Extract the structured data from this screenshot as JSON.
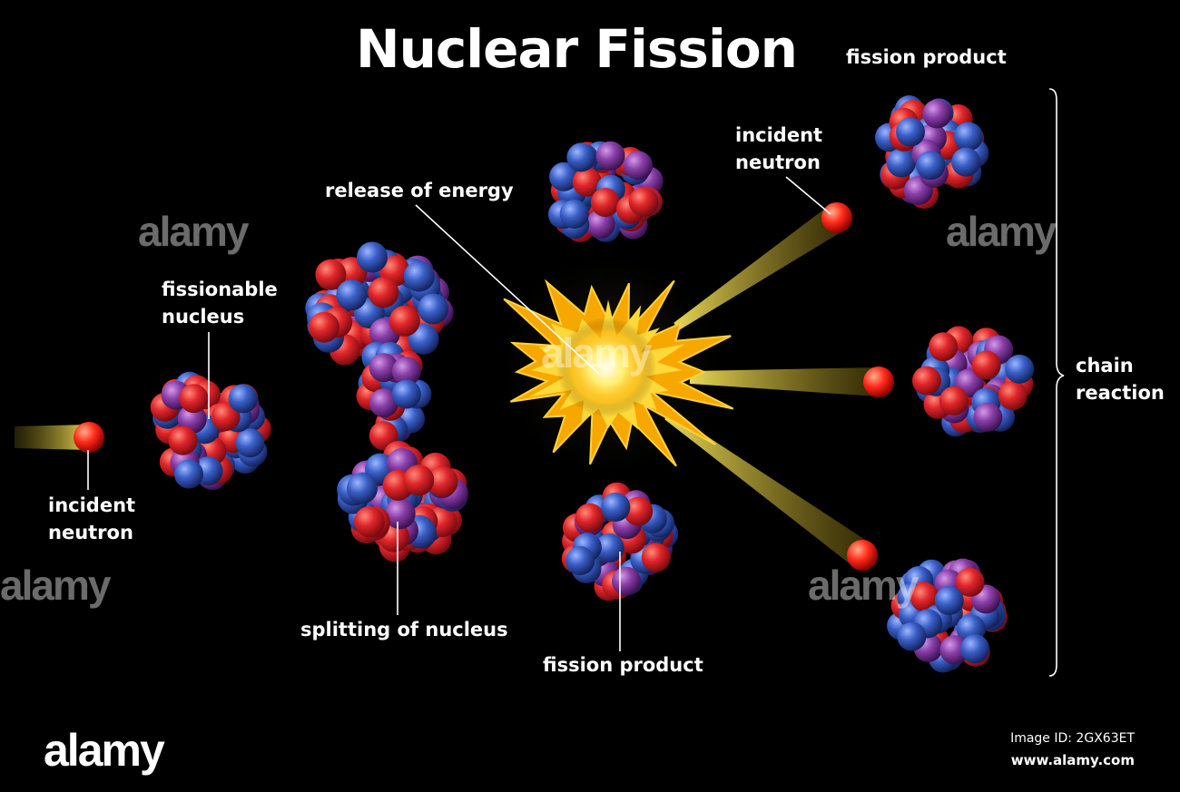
{
  "title": "Nuclear Fission",
  "labels": {
    "incident_neutron_left_1": "incident",
    "incident_neutron_left_2": "neutron",
    "fissionable_1": "fissionable",
    "fissionable_2": "nucleus",
    "splitting": "splitting of nucleus",
    "release_energy": "release of energy",
    "fission_product_bottom": "fission product",
    "incident_neutron_right_1": "incident",
    "incident_neutron_right_2": "neutron",
    "fission_product_top": "fission product",
    "chain_1": "chain",
    "chain_2": "reaction"
  },
  "watermark": {
    "logo": "alamy",
    "image_id": "Image ID: 2GX63ET",
    "url": "www.alamy.com"
  },
  "colors": {
    "background": "#000000",
    "proton": "#e0262a",
    "neutron": "#3a5fc8",
    "purple": "#8a3fa8",
    "neutron_particle": "#ff2a1a",
    "energy_core": "#fffbe0",
    "energy_outer": "#f6a800"
  }
}
